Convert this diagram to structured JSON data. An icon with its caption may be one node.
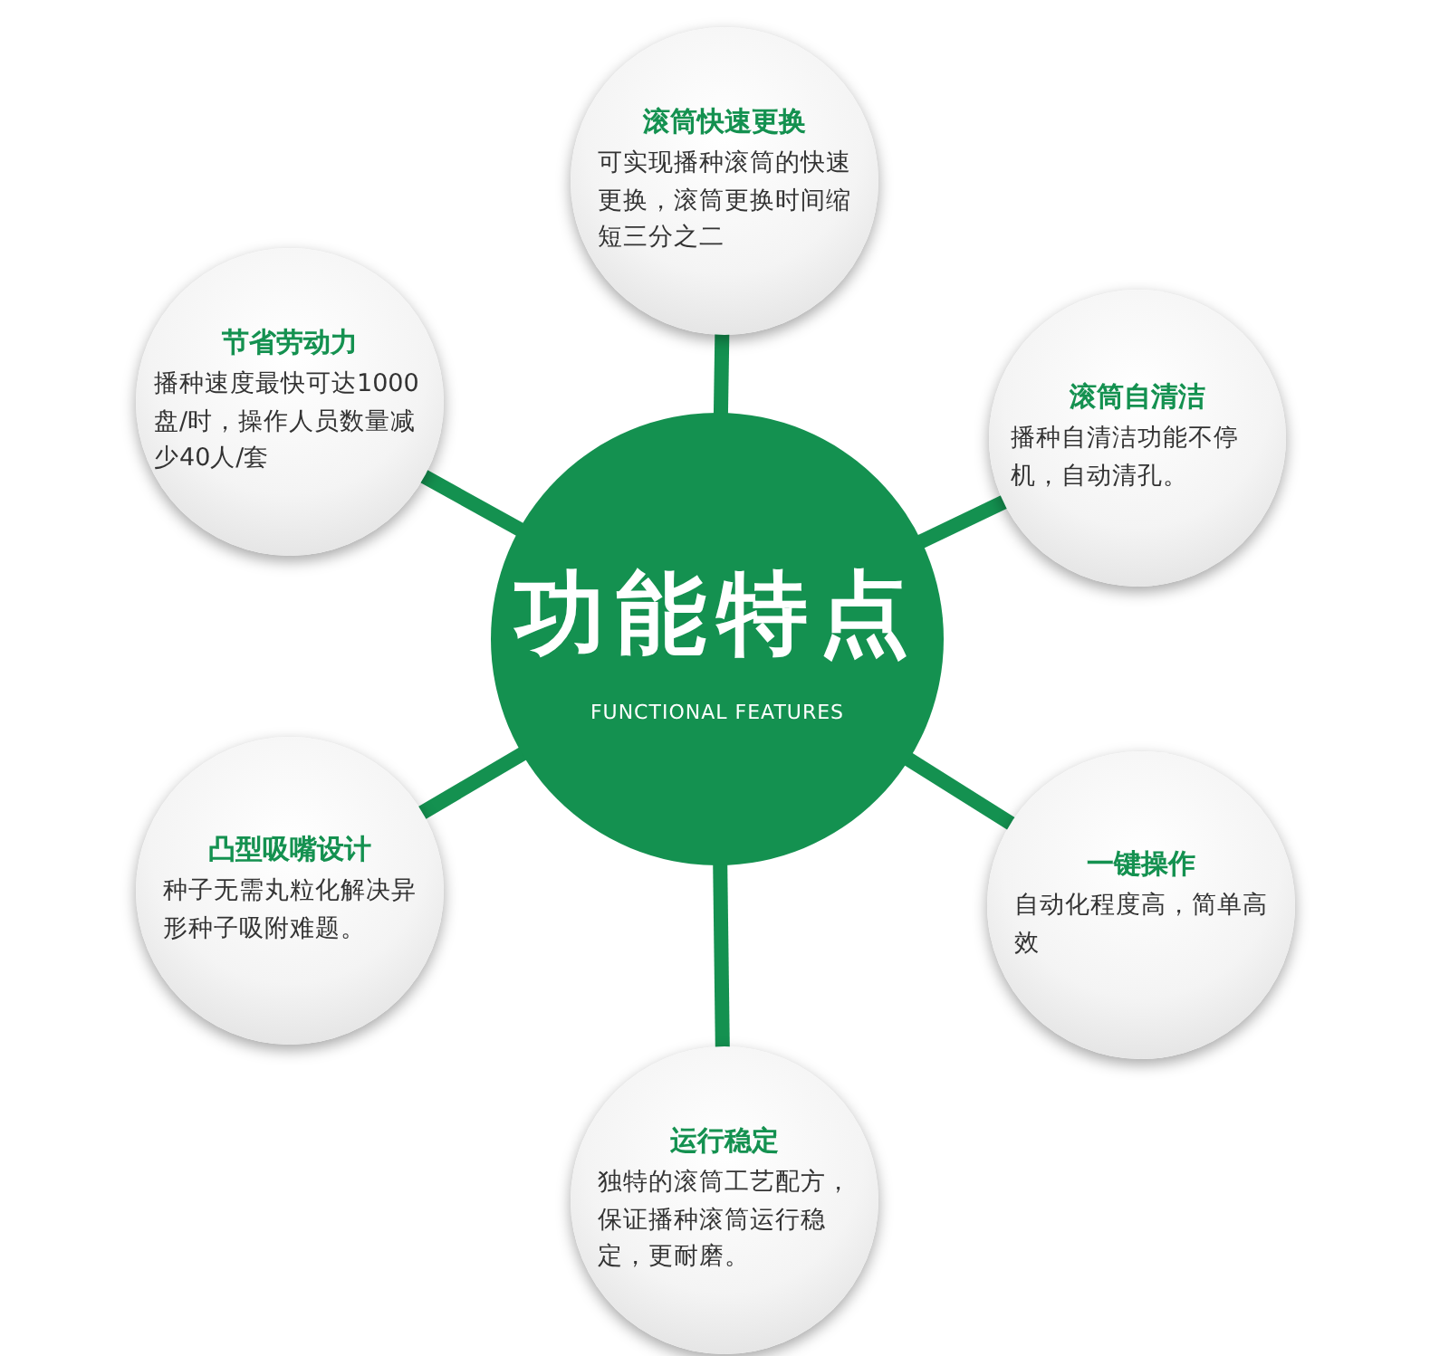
{
  "diagram": {
    "nodes": [
      {
        "text": [
          "功能特点",
          "FUNCTIONAL FEATURES"
        ]
      },
      {
        "text": [
          "滚筒快速更换",
          "可实现播种滚筒的快速更换，滚筒更换时间缩短三分之二"
        ]
      },
      {
        "text": [
          "节省劳动力",
          "播种速度最快可达1000盘/时，操作人员数量减少40人/套"
        ]
      },
      {
        "text": [
          "滚筒自清洁",
          "播种自清洁功能不停机，自动清孔。"
        ]
      },
      {
        "text": [
          "凸型吸嘴设计",
          "种子无需丸粒化解决异形种子吸附难题。"
        ]
      },
      {
        "text": [
          "一键操作",
          "自动化程度高，简单高效"
        ]
      },
      {
        "text": [
          "运行稳定",
          "独特的滚筒工艺配方，保证播种滚筒运行稳定，更耐磨。"
        ]
      }
    ],
    "edges": [
      {
        "from": 0,
        "to": 1,
        "arrow": "none"
      },
      {
        "from": 0,
        "to": 2,
        "arrow": "none"
      },
      {
        "from": 0,
        "to": 3,
        "arrow": "none"
      },
      {
        "from": 0,
        "to": 4,
        "arrow": "none"
      },
      {
        "from": 0,
        "to": 5,
        "arrow": "none"
      },
      {
        "from": 0,
        "to": 6,
        "arrow": "none"
      }
    ]
  }
}
